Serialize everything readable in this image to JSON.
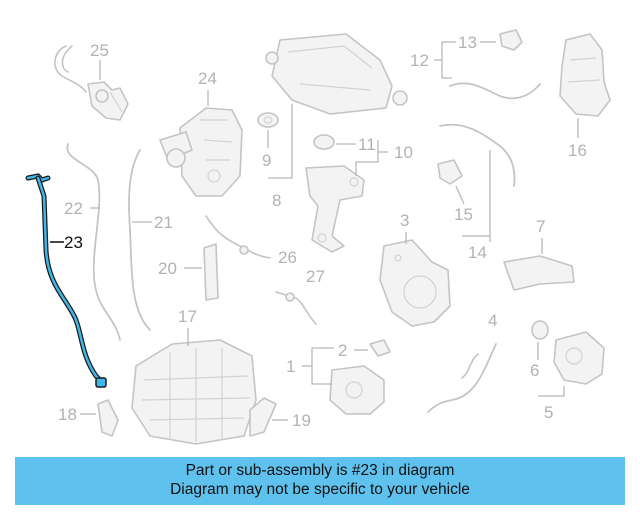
{
  "diagram": {
    "highlighted_part": "23",
    "labels": {
      "p1": "1",
      "p2": "2",
      "p3": "3",
      "p4": "4",
      "p5": "5",
      "p6": "6",
      "p7": "7",
      "p8": "8",
      "p9": "9",
      "p10": "10",
      "p11": "11",
      "p12": "12",
      "p13": "13",
      "p14": "14",
      "p15": "15",
      "p16": "16",
      "p17": "17",
      "p18": "18",
      "p19": "19",
      "p20": "20",
      "p21": "21",
      "p22": "22",
      "p23": "23",
      "p24": "24",
      "p25": "25",
      "p26": "26",
      "p27": "27"
    },
    "colors": {
      "highlight_stroke": "#1a1a1a",
      "highlight_fill": "#3fb6ea",
      "banner": "#5fc2ee",
      "part_gray": "#c4c4c4"
    }
  },
  "banner": {
    "line1": "Part or sub-assembly is #23 in diagram",
    "line2": "Diagram may not be specific to your vehicle"
  }
}
